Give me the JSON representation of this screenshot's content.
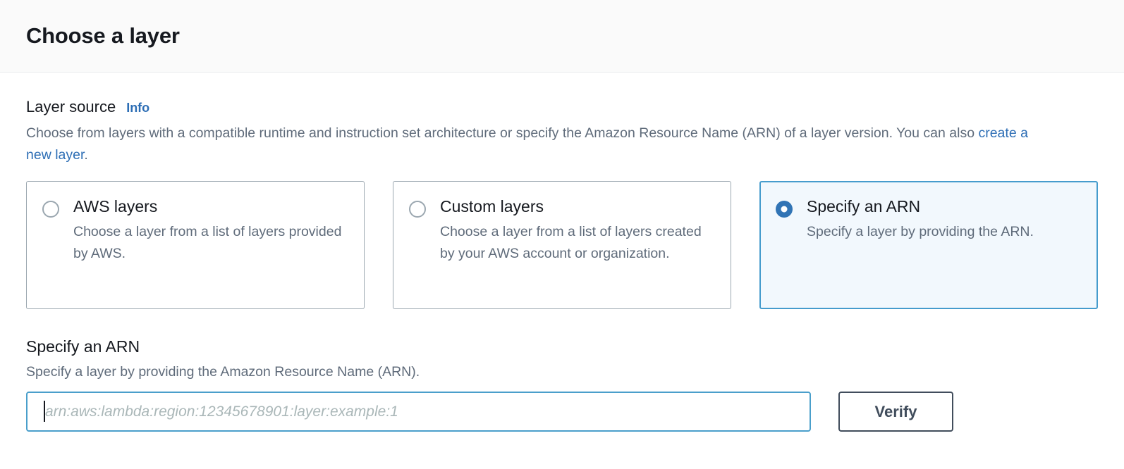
{
  "header": {
    "title": "Choose a layer"
  },
  "layer_source": {
    "label": "Layer source",
    "info_label": "Info",
    "description_part1": "Choose from layers with a compatible runtime and instruction set architecture or specify the Amazon Resource Name (ARN) of a layer version. You can also ",
    "description_link": "create a new layer",
    "description_part2": ".",
    "options": [
      {
        "title": "AWS layers",
        "description": "Choose a layer from a list of layers provided by AWS.",
        "selected": false
      },
      {
        "title": "Custom layers",
        "description": "Choose a layer from a list of layers created by your AWS account or organization.",
        "selected": false
      },
      {
        "title": "Specify an ARN",
        "description": "Specify a layer by providing the ARN.",
        "selected": true
      }
    ]
  },
  "arn_section": {
    "heading": "Specify an ARN",
    "description": "Specify a layer by providing the Amazon Resource Name (ARN).",
    "input_value": "",
    "input_placeholder": "arn:aws:lambda:region:12345678901:layer:example:1",
    "verify_label": "Verify"
  },
  "colors": {
    "accent_blue": "#2d6eb5",
    "selected_tile_border": "#469ccd",
    "selected_tile_background": "#f2f8fd",
    "radio_checked": "#3174b5",
    "input_focus_border": "#4a9fcb",
    "button_border": "#414d5c",
    "text_primary": "#16191f",
    "text_secondary": "#5f6b7a",
    "header_background": "#fafafa"
  }
}
